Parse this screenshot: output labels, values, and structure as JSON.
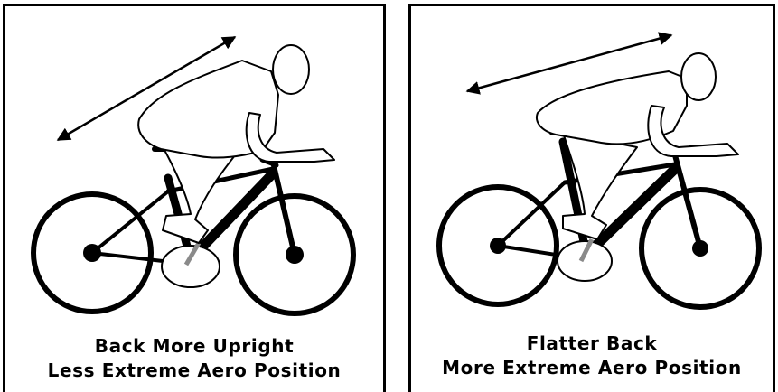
{
  "panels": [
    {
      "caption_line1": "Back More Upright",
      "caption_line2": "Less Extreme Aero Position"
    },
    {
      "caption_line1": "Flatter Back",
      "caption_line2": "More Extreme Aero Position"
    }
  ],
  "colors": {
    "ink": "#000000",
    "background": "#ffffff",
    "pedal": "#8a8a8a"
  }
}
